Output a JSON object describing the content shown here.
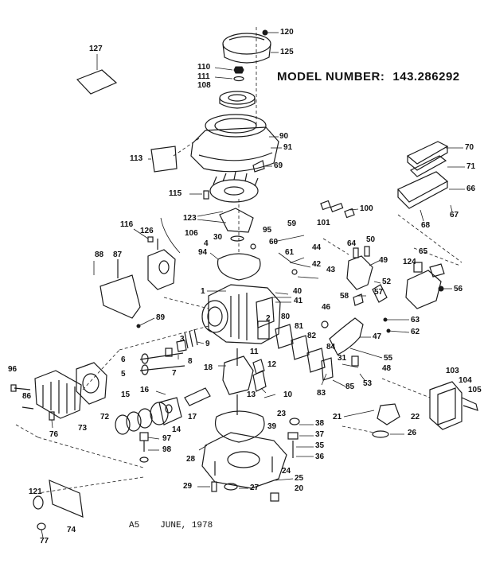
{
  "header": {
    "model_label": "MODEL NUMBER:",
    "model_number": "143.286292"
  },
  "footer": {
    "page_code": "A5",
    "date": "JUNE, 1978"
  },
  "callouts": [
    "120",
    "125",
    "127",
    "110",
    "111",
    "108",
    "90",
    "91",
    "113",
    "69",
    "70",
    "71",
    "66",
    "67",
    "68",
    "115",
    "123",
    "100",
    "101",
    "116",
    "126",
    "106",
    "30",
    "4",
    "95",
    "59",
    "60",
    "64",
    "50",
    "65",
    "88",
    "87",
    "94",
    "61",
    "44",
    "42",
    "43",
    "49",
    "124",
    "56",
    "52",
    "57",
    "1",
    "40",
    "58",
    "41",
    "80",
    "2",
    "46",
    "47",
    "63",
    "62",
    "89",
    "81",
    "82",
    "84",
    "55",
    "48",
    "31",
    "53",
    "83",
    "85",
    "9",
    "6",
    "7",
    "8",
    "3",
    "11",
    "12",
    "18",
    "5",
    "96",
    "86",
    "72",
    "73",
    "76",
    "15",
    "14",
    "16",
    "17",
    "13",
    "10",
    "103",
    "104",
    "105",
    "23",
    "38",
    "39",
    "37",
    "21",
    "22",
    "26",
    "35",
    "36",
    "97",
    "98",
    "28",
    "24",
    "25",
    "20",
    "29",
    "27",
    "121",
    "74",
    "77"
  ],
  "colors": {
    "ink": "#1a1a1a",
    "paper": "#ffffff"
  }
}
